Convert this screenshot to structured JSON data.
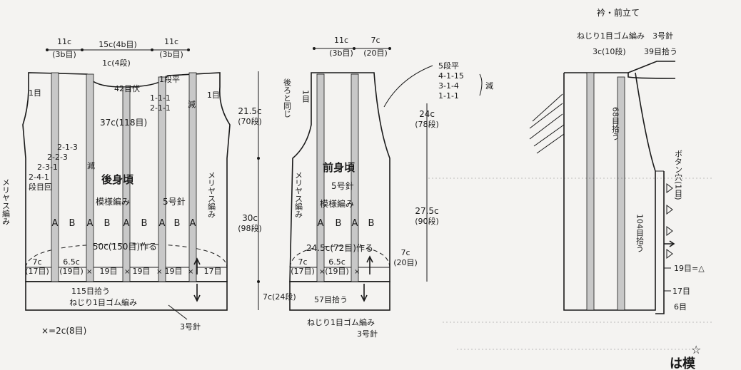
{
  "back": {
    "title": "後身頃",
    "pattern": "模様編み",
    "needle": "5号針",
    "top_widths": [
      "11c",
      "15c(4b目)",
      "11c"
    ],
    "top_sub": [
      "(3b目)",
      "(3b目)"
    ],
    "neck_depth": "1c(4段)",
    "neck_sts": "42目伏",
    "neck_dec": [
      "1段平",
      "1-1-1",
      "2-1-1"
    ],
    "armhole_dec": [
      "2-1-3",
      "2-2-3",
      "2-3-1",
      "2-4-1",
      "段目回"
    ],
    "dec_mark": "減",
    "dec_mark2": "減",
    "one_st_left": "1目",
    "one_st_right": "1目",
    "chest": "37c(118目)",
    "side_left": "メリヤス編み",
    "side_right": "メリヤス編み",
    "ab_labels": [
      "A",
      "B",
      "A",
      "B",
      "A",
      "B",
      "A",
      "B",
      "A"
    ],
    "cast_on": "50c(150目)作る",
    "bottom_widths": [
      "7c",
      "6.5c",
      "19目",
      "19目",
      "19目",
      "17目"
    ],
    "bottom_sub": [
      "(17目)",
      "(19目)"
    ],
    "pickup": "115目拾う",
    "ribbing": "ねじり1目ゴム編み",
    "needle3": "3号針",
    "gauge_note": "×=2c(8目)"
  },
  "dims": {
    "armhole_h": "21.5c",
    "armhole_rows": "(70段)",
    "body_h": "30c",
    "body_rows": "(98段)",
    "rib_h": "7c(24段)"
  },
  "front": {
    "title": "前身頃",
    "needle": "5号針",
    "pattern": "模様編み",
    "top_widths": [
      "11c",
      "7c"
    ],
    "top_sub": [
      "(3b目)",
      "(20目)"
    ],
    "back_same": "後ろと同じ",
    "one_st": "1目",
    "side": "メリヤス編み",
    "ab_labels": [
      "A",
      "B",
      "A",
      "B"
    ],
    "cast_on": "24.5c(72目)作る",
    "bottom_widths": [
      "7c",
      "6.5c",
      "7c"
    ],
    "bottom_sub": [
      "(17目)",
      "(19目)",
      "(20目)"
    ],
    "pickup": "57目拾う",
    "ribbing": "ねじり1目ゴム編み",
    "needle3": "3号針",
    "neck_dec": [
      "5段平",
      "4-1-15",
      "3-1-4",
      "1-1-1"
    ],
    "neck_mark": "減",
    "neck_h": "24c",
    "neck_rows": "(78段)",
    "lower_h": "27.5c",
    "lower_rows": "(90段)"
  },
  "band": {
    "title": "衿・前立て",
    "ribbing": "ねじり1目ゴム編み　3号針",
    "top_rows": "3c(10段)",
    "pickup_top": "39目拾う",
    "pickup_68": "68目拾う",
    "pickup_104": "104目拾う",
    "buttonhole": "ボタン穴(1目)",
    "st19": "19目=△",
    "st17": "17目",
    "st6": "6目"
  },
  "footer": {
    "star": "☆",
    "text": "は模"
  }
}
